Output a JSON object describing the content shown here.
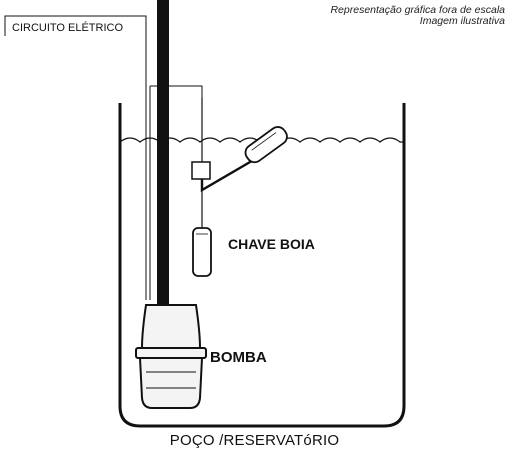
{
  "notes": {
    "line1": "Representação gráfica fora de escala",
    "line2": "Imagem ilustrativa"
  },
  "labels": {
    "circuit": "CIRCUITO ELÉTRICO",
    "float_switch": "CHAVE BOIA",
    "pump": "BOMBA",
    "tank": "POÇO /RESERVATóRIO"
  },
  "colors": {
    "ink": "#111111",
    "pipe": "#111111",
    "pump_fill": "#f4f4f4"
  }
}
